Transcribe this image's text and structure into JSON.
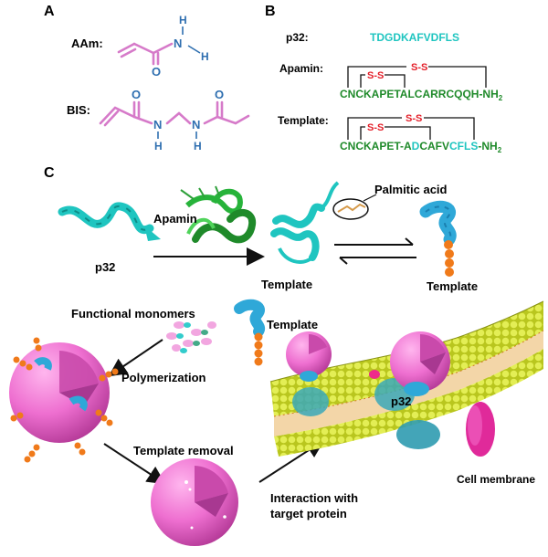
{
  "panel_a": {
    "letter": "A",
    "aam_label": "AAm:",
    "bis_label": "BIS:",
    "atoms": {
      "o": "O",
      "n": "N",
      "h": "H"
    }
  },
  "panel_b": {
    "letter": "B",
    "p32_label": "p32:",
    "p32_seq": "TDGDKAFVDFLS",
    "apamin_label": "Apamin:",
    "apamin_seq": "CNCKAPETALCARRCQQH-NH",
    "apamin_sub": "2",
    "template_label": "Template:",
    "template_seq_parts": [
      "CNCKAPET-A",
      "D",
      "CAFV",
      "CFLS",
      "-NH"
    ],
    "template_sub": "2",
    "ss": "S-S"
  },
  "panel_c": {
    "letter": "C",
    "apamin": "Apamin",
    "p32": "p32",
    "template_mid": "Template",
    "template_right": "Template",
    "palmitic_acid": "Palmitic acid",
    "functional_monomers": "Functional  monomers",
    "template_small": "Template",
    "polymerization": "Polymerization",
    "template_removal": "Template removal",
    "interaction_line1": "Interaction with",
    "interaction_line2": "target protein",
    "p32_membrane": "p32",
    "cell_membrane": "Cell membrane"
  },
  "colors": {
    "bond": "#d67ac9",
    "atom": "#2f6fb0",
    "cyan": "#1fc5c0",
    "green": "#1f8a2a",
    "red": "#e4202a",
    "pink": "#e657c0",
    "orange": "#f07a1a",
    "lipid": "#c8d61e"
  }
}
